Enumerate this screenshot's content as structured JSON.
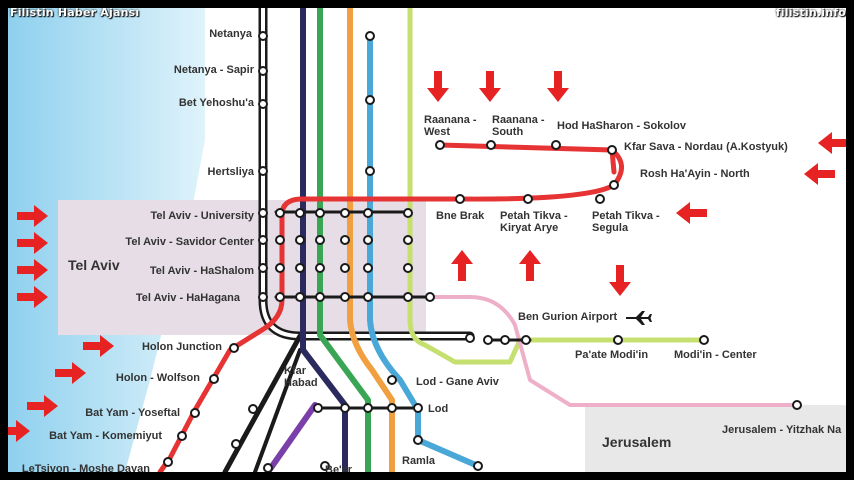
{
  "watermark": {
    "left": "Filistin Haber Ajansı",
    "right": "filistin.info"
  },
  "colors": {
    "sea": "#bfe6f7",
    "zone": "#e6dde6",
    "jerusalem_zone": "#e8e8e8",
    "red_line": "#e63333",
    "navy_line": "#2a2a5e",
    "green_line": "#3aa655",
    "orange_line": "#f0a040",
    "blue_line": "#4aa8d8",
    "lime_line": "#c6e070",
    "pink_line": "#eeb0c8",
    "purple_line": "#7a3fa8",
    "arrow": "#e62222"
  },
  "zones": {
    "tel_aviv": "Tel Aviv",
    "jerusalem": "Jerusalem"
  },
  "stations": {
    "netanya": "Netanya",
    "netanya_sapir": "Netanya - Sapir",
    "bet_yehoshua": "Bet Yehoshu'a",
    "hertsliya": "Hertsliya",
    "ta_university": "Tel Aviv - University",
    "ta_savidor": "Tel Aviv - Savidor Center",
    "ta_hashalom": "Tel Aviv - HaShalom",
    "ta_hahagana": "Tel Aviv - HaHagana",
    "holon_junction": "Holon Junction",
    "holon_wolfson": "Holon - Wolfson",
    "bat_yam_yoseftal": "Bat Yam - Yoseftal",
    "bat_yam_komemiyut": "Bat Yam - Komemiyut",
    "letsiyon": "LeTsiyon - Moshe Dayan",
    "raanana_west_1": "Raanana -",
    "raanana_west_2": "West",
    "raanana_south_1": "Raanana -",
    "raanana_south_2": "South",
    "hod_hasharon": "Hod HaSharon - Sokolov",
    "kfar_sava": "Kfar Sava - Nordau (A.Kostyuk)",
    "rosh_haayin": "Rosh Ha'Ayin - North",
    "bne_brak": "Bne Brak",
    "pt_kiryat_1": "Petah Tikva -",
    "pt_kiryat_2": "Kiryat Arye",
    "pt_segula_1": "Petah Tikva -",
    "pt_segula_2": "Segula",
    "ben_gurion": "Ben Gurion Airport",
    "paate_modiin": "Pa'ate Modi'in",
    "modiin_center": "Modi'in - Center",
    "kfar_habad_1": "Kfar",
    "kfar_habad_2": "Habad",
    "lod_gane_aviv": "Lod - Gane Aviv",
    "lod": "Lod",
    "ramla": "Ramla",
    "beer": "Be'er",
    "jerusalem_yitzhak": "Jerusalem - Yitzhak Na"
  },
  "icons": {
    "airport": "airplane-icon",
    "arrow": "arrow-icon"
  }
}
